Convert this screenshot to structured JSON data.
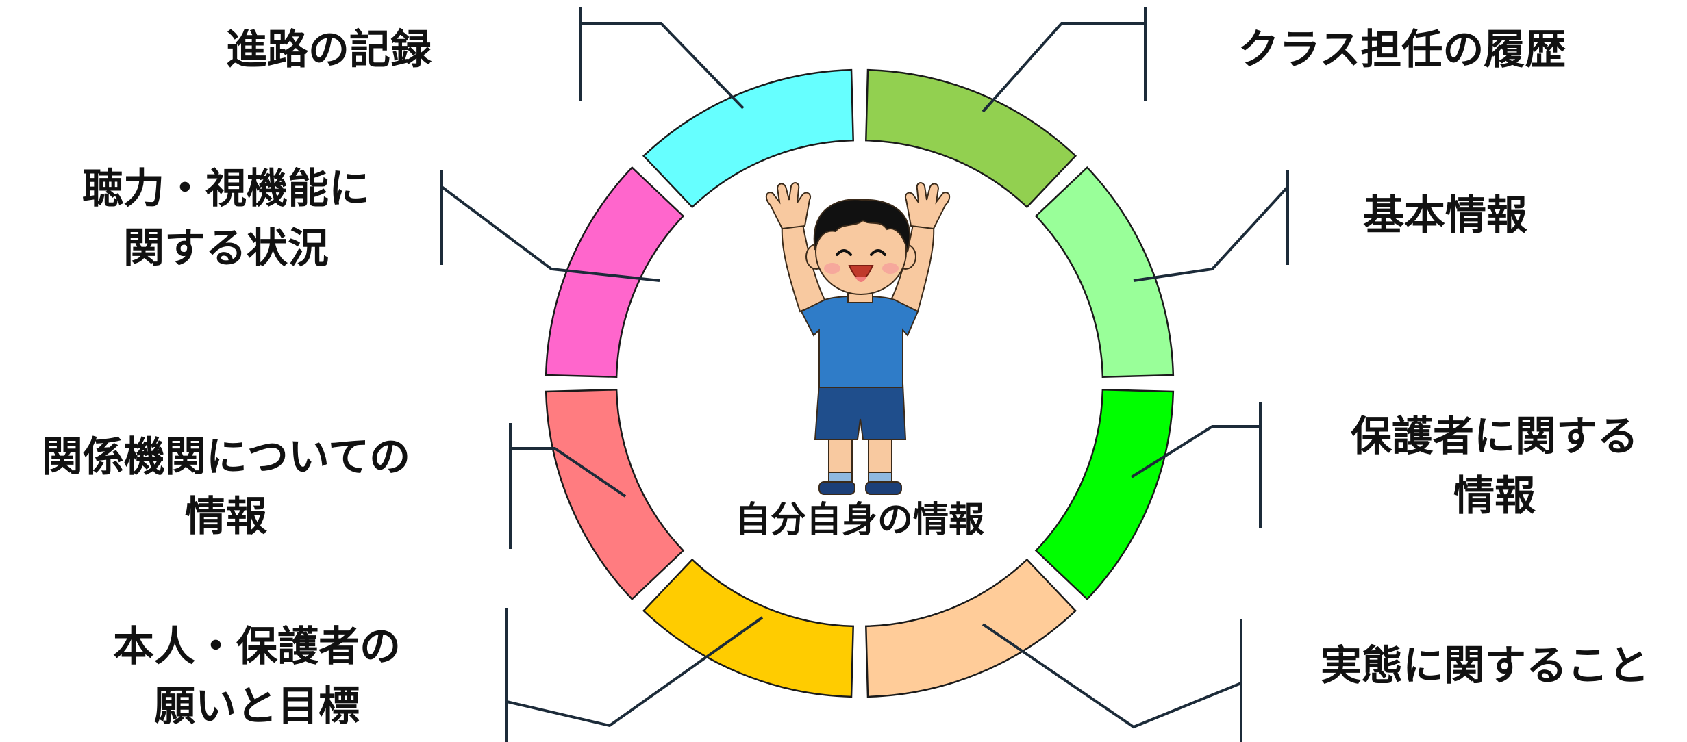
{
  "center_label": "自分自身の情報",
  "segments": [
    {
      "label": "クラス担任の履歴",
      "color": "#92d050"
    },
    {
      "label": "基本情報",
      "color": "#99ff99"
    },
    {
      "label": "保護者に関する情報",
      "color": "#00ff00"
    },
    {
      "label": "実態に関すること",
      "color": "#ffcc99"
    },
    {
      "label": "本人・保護者の願いと目標",
      "color": "#ffcc00"
    },
    {
      "label": "関係機関についての情報",
      "color": "#ff7c80"
    },
    {
      "label": "聴力・視機能に関する状況",
      "color": "#ff66cc"
    },
    {
      "label": "進路の記録",
      "color": "#66ffff"
    }
  ],
  "labels": {
    "course_record": "進路の記録",
    "class_teacher_history": "クラス担任の履歴",
    "hearing_vision_1": "聴力・視機能に",
    "hearing_vision_2": "関する状況",
    "basic_info": "基本情報",
    "related_agencies_1": "関係機関についての",
    "related_agencies_2": "情報",
    "guardian_info_1": "保護者に関する",
    "guardian_info_2": "情報",
    "wishes_goals_1": "本人・保護者の",
    "wishes_goals_2": "願いと目標",
    "actual_condition": "実態に関すること"
  },
  "colors": {
    "outline": "#1a1a1a",
    "leader_line": "#1c2b39",
    "skin": "#f8c9a0",
    "hair": "#111111",
    "shirt": "#2f7cc8",
    "shorts": "#1f4e8c",
    "socks": "#8fb8e0",
    "shoes": "#1c3f78"
  }
}
